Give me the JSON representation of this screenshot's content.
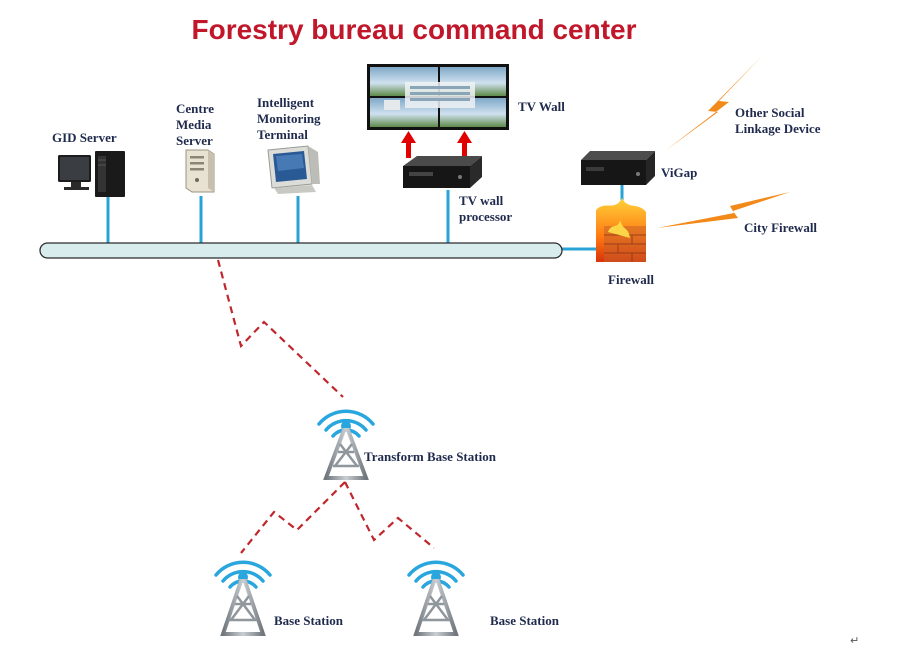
{
  "title": "Forestry bureau command center",
  "nodes": {
    "gid_server": "GID Server",
    "centre_media_server": [
      "Centre",
      "Media",
      "Server"
    ],
    "intelligent_monitoring_terminal": [
      "Intelligent",
      "Monitoring",
      "Terminal"
    ],
    "tv_wall": "TV Wall",
    "tv_wall_processor": [
      "TV wall",
      "processor"
    ],
    "vigap": "ViGap",
    "firewall": "Firewall",
    "other_social_linkage_device": [
      "Other Social",
      "Linkage Device"
    ],
    "city_firewall": "City Firewall",
    "transform_base_station": "Transform Base Station",
    "base_station_left": "Base Station",
    "base_station_right": "Base Station"
  },
  "corner_mark": "↵",
  "colors": {
    "title": "#c0172b",
    "bus_fill": "#d8ecee",
    "link": "#29a3d6",
    "wireless_link": "#c0272d",
    "arrow": "#e00000",
    "lightning": "#f28a1a",
    "signal": "#2aa6de",
    "tower": "#8f969c"
  }
}
